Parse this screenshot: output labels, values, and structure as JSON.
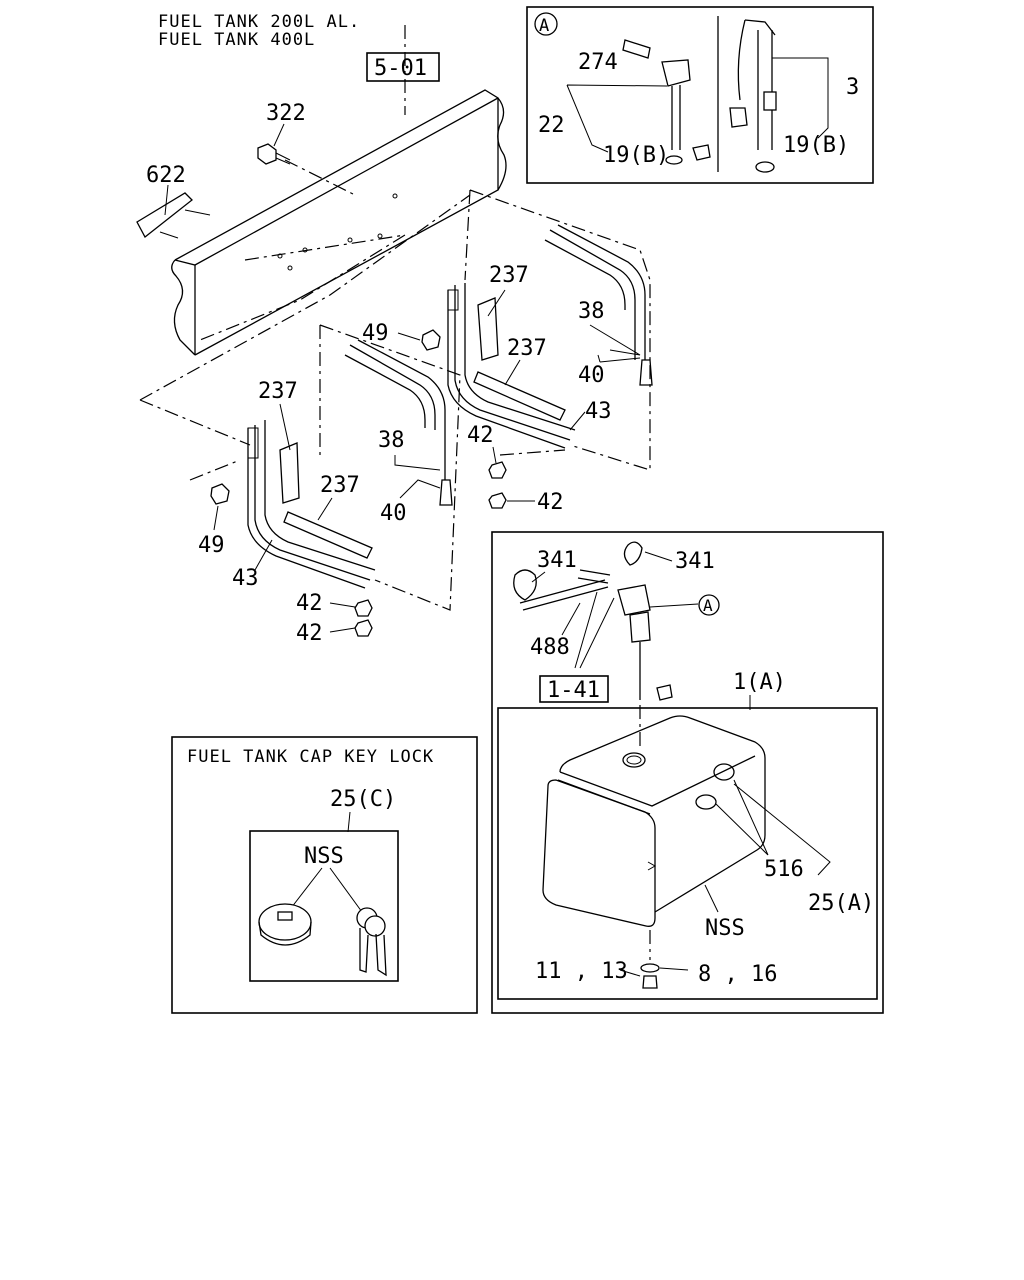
{
  "titles": {
    "line1": "FUEL TANK 200L AL.",
    "line2": "FUEL TANK 400L"
  },
  "ref_boxes": {
    "frame": "5-01",
    "harness": "1-41"
  },
  "callout_A": "A",
  "detail_A": {
    "labels": [
      "274",
      "22",
      "19(B)",
      "3",
      "19(B)"
    ]
  },
  "frame_labels": {
    "l322": "322",
    "l622": "622"
  },
  "rear_bracket_labels": {
    "l237a": "237",
    "l38": "38",
    "l40": "40",
    "l237b": "237",
    "l43": "43",
    "l42a": "42",
    "l42b": "42",
    "l49": "49"
  },
  "front_bracket_labels": {
    "l237a": "237",
    "l38": "38",
    "l40": "40",
    "l237b": "237",
    "l43": "43",
    "l42a": "42",
    "l42b": "42",
    "l49": "49"
  },
  "cap_panel": {
    "title": "FUEL TANK CAP KEY LOCK",
    "part": "25(C)",
    "nss": "NSS"
  },
  "tank_panel": {
    "l341a": "341",
    "l341b": "341",
    "l488": "488",
    "l1A": "1(A)",
    "l516": "516",
    "l25A": "25(A)",
    "nss": "NSS",
    "l1113": "11 , 13",
    "l816": "8 , 16"
  }
}
